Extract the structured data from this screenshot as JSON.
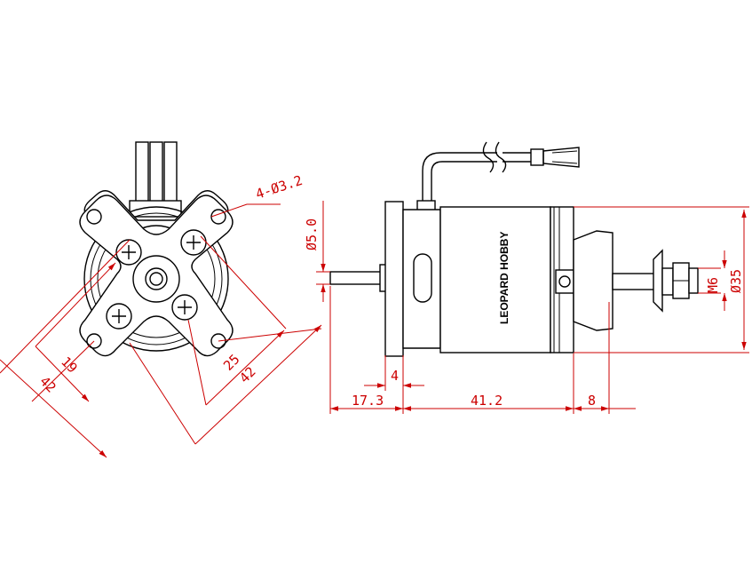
{
  "front_view": {
    "mount_holes": "4-Ø3.2",
    "bolt_spacing": "19",
    "bolt_spacing_2": "25",
    "cross_width": "42",
    "cross_width_2": "42"
  },
  "side_view": {
    "shaft_diameter": "Ø5.0",
    "thread": "M6",
    "can_diameter": "Ø35",
    "flange_thickness": "4",
    "shaft_length": "17.3",
    "body_length": "41.2",
    "thread_length": "8",
    "brand_label": "LEOPARD HOBBY"
  },
  "colors": {
    "outline": "#000000",
    "dimension": "#cc0000"
  }
}
